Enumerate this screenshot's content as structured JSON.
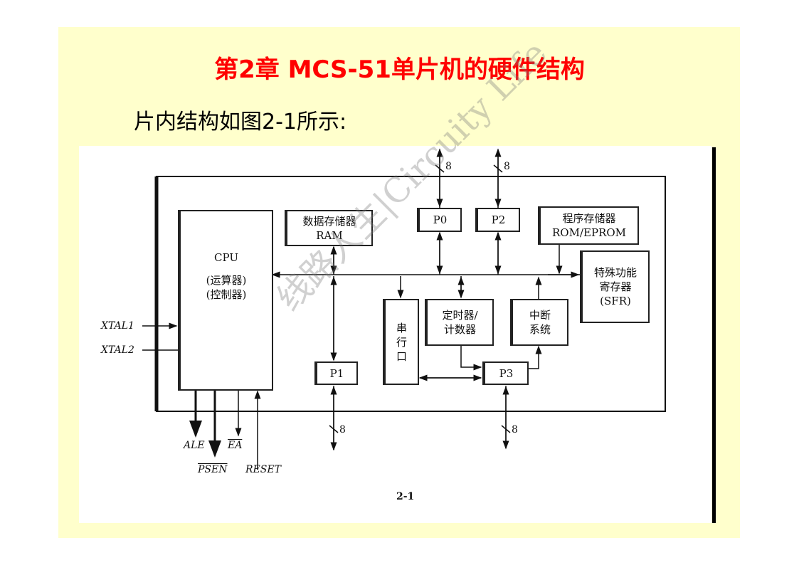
{
  "title": "第2章  MCS-51单片机的硬件结构",
  "subtitle": "片内结构如图2-1所示:",
  "diagram": {
    "cpu": {
      "name": "CPU",
      "line1": "(运算器)",
      "line2": "(控制器)"
    },
    "ram": {
      "line1": "数据存储器",
      "line2": "RAM"
    },
    "rom": {
      "line1": "程序存储器",
      "line2": "ROM/EPROM"
    },
    "sfr": {
      "line1": "特殊功能",
      "line2": "寄存器",
      "line3": "(SFR)"
    },
    "p0": "P0",
    "p1": "P1",
    "p2": "P2",
    "p3": "P3",
    "serial": {
      "line1": "串",
      "line2": "行",
      "line3": "口"
    },
    "timer": {
      "line1": "定时器/",
      "line2": "计数器"
    },
    "interrupt": {
      "line1": "中断",
      "line2": "系统"
    },
    "xtal1": "XTAL1",
    "xtal2": "XTAL2",
    "ale": "ALE",
    "ea": "EA",
    "psen": "PSEN",
    "reset": "RESET",
    "bus_width_p0": "8",
    "bus_width_p2": "8",
    "bus_width_p1": "8",
    "bus_width_p3": "8",
    "caption": "2-1"
  },
  "watermark": "线路人生|Circuity Life"
}
